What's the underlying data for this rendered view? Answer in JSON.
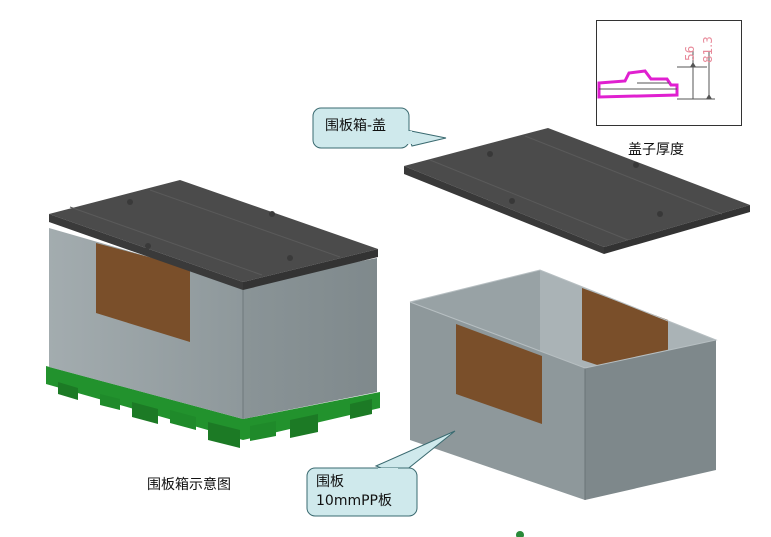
{
  "labels": {
    "lid_callout": "围板箱-盖",
    "assembly_caption": "围板箱示意图",
    "panel_callout_line1": "围板",
    "panel_callout_line2": "10mmPP板",
    "lid_thickness_caption": "盖子厚度"
  },
  "detail": {
    "dim_inner": "56",
    "dim_outer": "81.3"
  },
  "colors": {
    "lid_dark": "#4a4a4a",
    "panel_gray": "#8d979a",
    "label_brown": "#7a4f2a",
    "pallet_green": "#1f8a2a",
    "callout_fill": "#cfe9ec",
    "detail_magenta": "#e020d0"
  }
}
